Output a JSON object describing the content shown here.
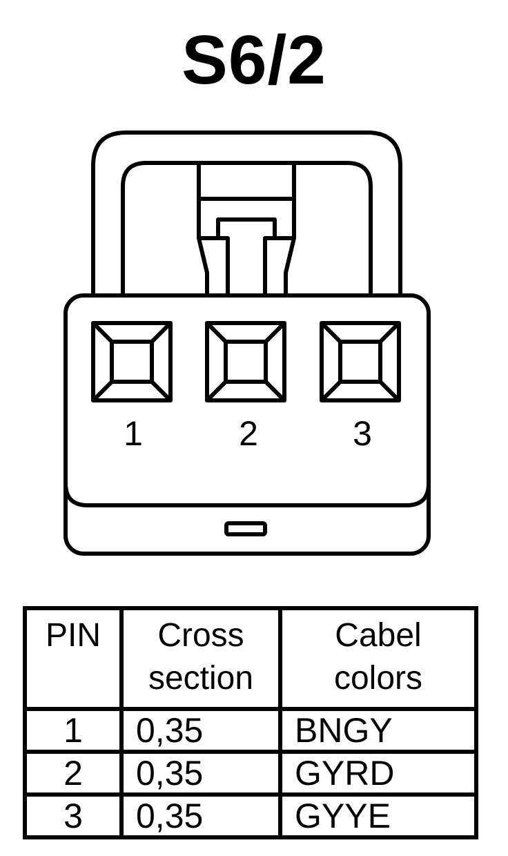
{
  "title": "S6/2",
  "connector": {
    "pin_labels": [
      "1",
      "2",
      "3"
    ]
  },
  "table": {
    "headers": {
      "pin": "PIN",
      "cross_line1": "Cross",
      "cross_line2": "section",
      "colors_line1": "Cabel",
      "colors_line2": "colors"
    },
    "rows": [
      {
        "pin": "1",
        "cross_section": "0,35",
        "colors": "BNGY"
      },
      {
        "pin": "2",
        "cross_section": "0,35",
        "colors": "GYRD"
      },
      {
        "pin": "3",
        "cross_section": "0,35",
        "colors": "GYYE"
      }
    ]
  }
}
